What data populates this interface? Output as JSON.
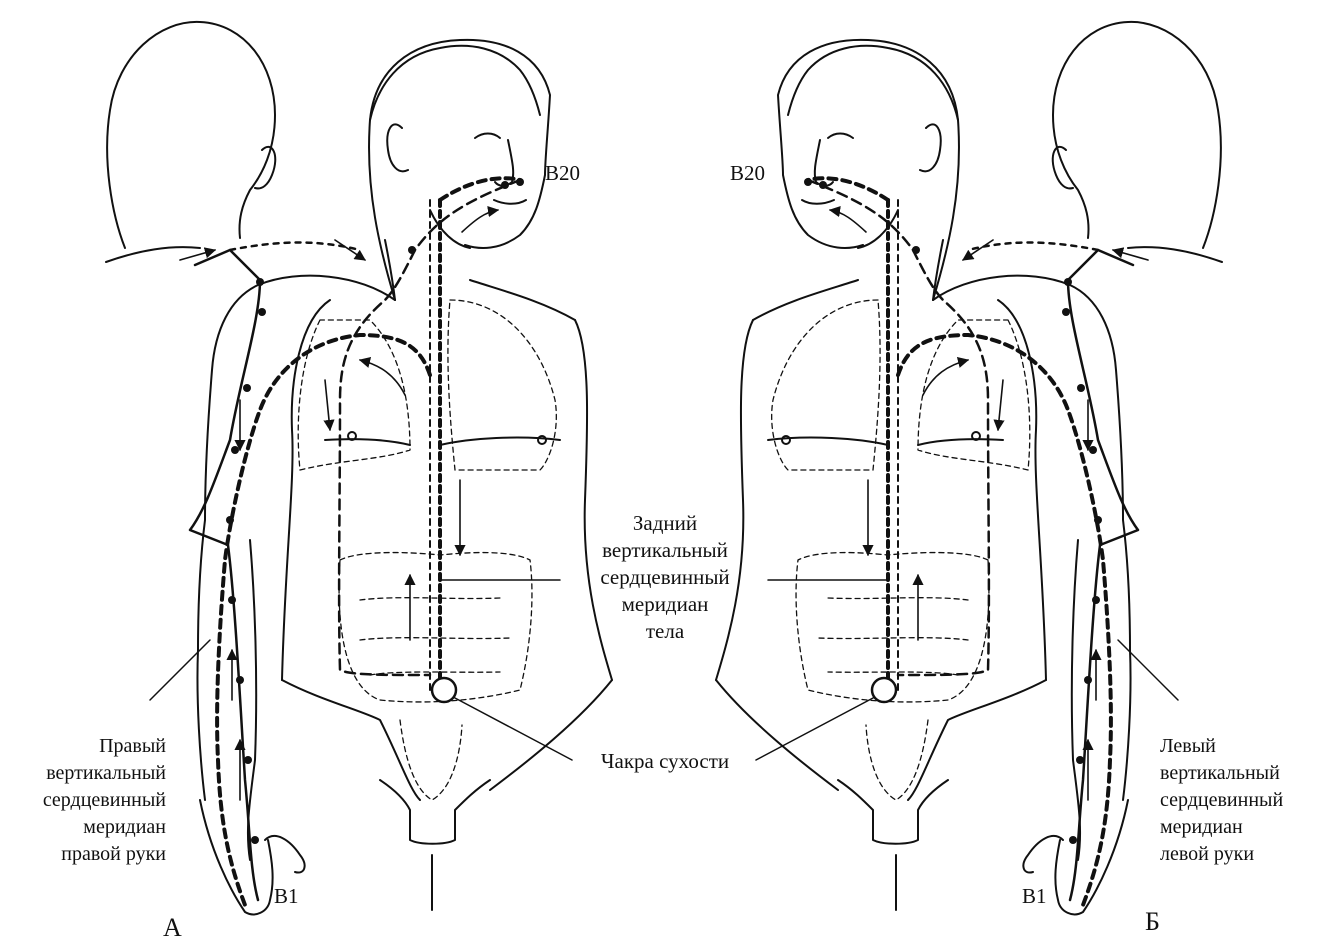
{
  "figure": {
    "center_label": [
      "Задний",
      "вертикальный",
      "сердцевинный",
      "меридиан",
      "тела"
    ],
    "chakra_label": "Чакра сухости",
    "right_arm_label": [
      "Правый",
      "вертикальный",
      "сердцевинный",
      "меридиан",
      "правой руки"
    ],
    "left_arm_label": [
      "Левый",
      "вертикальный",
      "сердцевинный",
      "меридиан",
      "левой руки"
    ],
    "point_b20": "B20",
    "point_b1": "B1",
    "panel_a": "А",
    "panel_b": "Б"
  },
  "colors": {
    "ink": "#111111"
  }
}
